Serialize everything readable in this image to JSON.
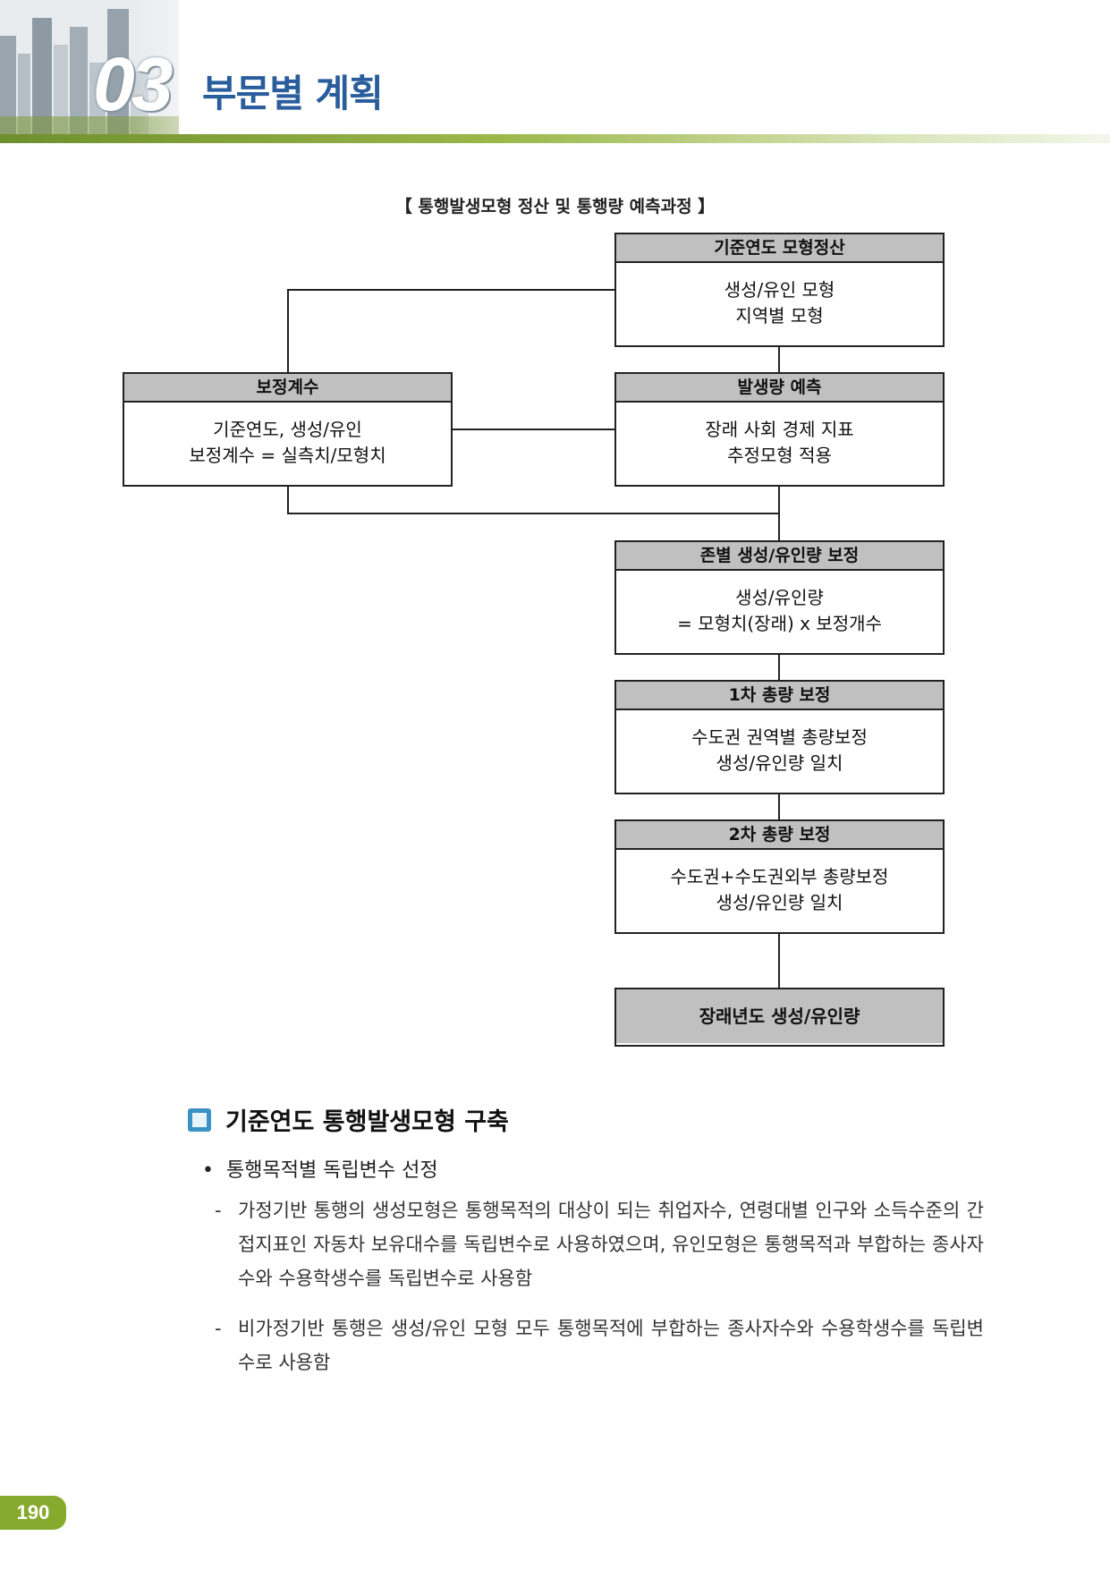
{
  "header": {
    "chapter_number": "03",
    "chapter_title": "부문별 계획"
  },
  "diagram": {
    "title": "【 통행발생모형 정산 및 통행량 예측과정 】",
    "boxes": {
      "base_model": {
        "title": "기준연도 모형정산",
        "lines": [
          "생성/유인 모형",
          "지역별 모형"
        ]
      },
      "correction_factor": {
        "title": "보정계수",
        "lines": [
          "기준연도, 생성/유인",
          "보정계수 = 실측치/모형치"
        ]
      },
      "generation_forecast": {
        "title": "발생량 예측",
        "lines": [
          "장래 사회 경제 지표",
          "추정모형 적용"
        ]
      },
      "zone_correction": {
        "title": "존별 생성/유인량 보정",
        "lines": [
          "생성/유인량",
          "= 모형치(장래) x 보정개수"
        ]
      },
      "first_total": {
        "title": "1차 총량 보정",
        "lines": [
          "수도권 권역별 총량보정",
          "생성/유인량 일치"
        ]
      },
      "second_total": {
        "title": "2차 총량 보정",
        "lines": [
          "수도권+수도권외부 총량보정",
          "생성/유인량 일치"
        ]
      },
      "future": {
        "title": "장래년도 생성/유인량"
      }
    }
  },
  "section": {
    "title": "기준연도 통행발생모형 구축",
    "bullet": "통행목적별 독립변수 선정",
    "paragraphs": [
      "가정기반 통행의 생성모형은 통행목적의 대상이 되는 취업자수, 연령대별 인구와 소득수준의 간접지표인 자동차 보유대수를 독립변수로 사용하였으며, 유인모형은 통행목적과 부합하는 종사자수와 수용학생수를 독립변수로 사용함",
      "비가정기반 통행은 생성/유인 모형 모두 통행목적에 부합하는 종사자수와 수용학생수를 독립변수로 사용함"
    ]
  },
  "page_number": "190",
  "colors": {
    "title_blue": "#2a5d9b",
    "header_green": "#86aa2e",
    "box_head_gray": "#c0c0c0",
    "icon_blue": "#3c92c4"
  }
}
